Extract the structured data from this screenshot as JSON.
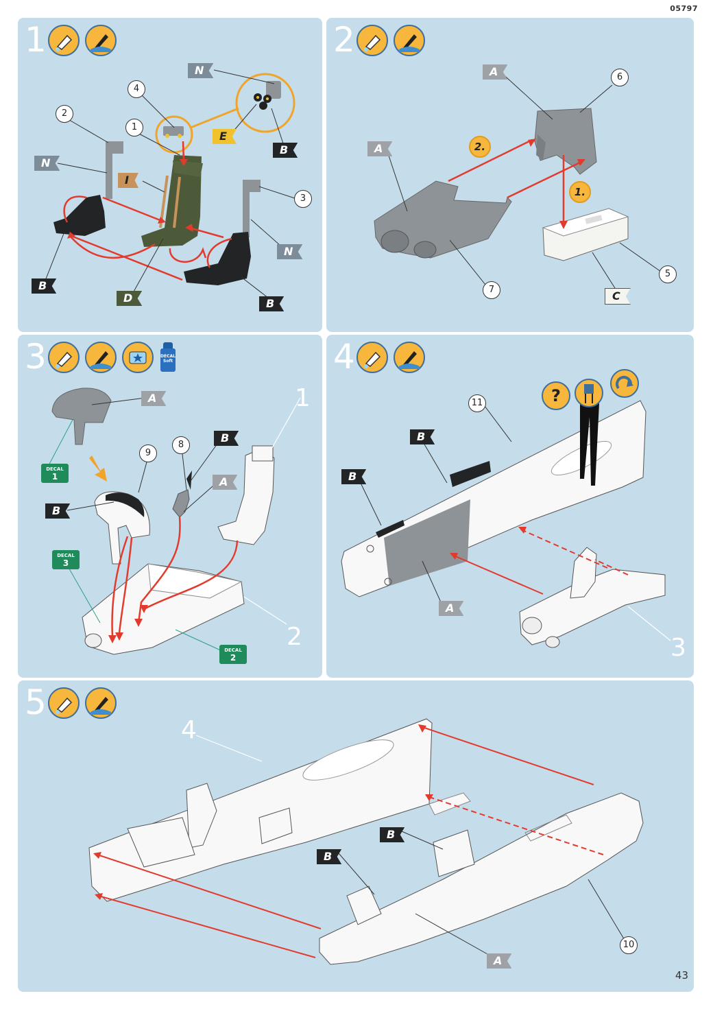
{
  "header": {
    "product_code": "05797"
  },
  "footer": {
    "page_number": "43"
  },
  "steps": [
    {
      "number": "1",
      "icons": [
        "glue-icon",
        "paint-icon"
      ],
      "callouts": [
        "1",
        "2",
        "3",
        "4"
      ],
      "flags": [
        "N",
        "N",
        "N",
        "E",
        "B",
        "B",
        "B",
        "I",
        "D"
      ]
    },
    {
      "number": "2",
      "icons": [
        "glue-icon",
        "paint-icon"
      ],
      "callouts": [
        "5",
        "6",
        "7"
      ],
      "flags": [
        "A",
        "A",
        "C"
      ],
      "order": [
        "1.",
        "2."
      ]
    },
    {
      "number": "3",
      "icons": [
        "glue-icon",
        "paint-icon",
        "decal-icon",
        "decal-soft-bottle-icon"
      ],
      "callouts": [
        "8",
        "9"
      ],
      "flags": [
        "A",
        "A",
        "B",
        "B"
      ],
      "decals": [
        {
          "label": "DECAL",
          "num": "1"
        },
        {
          "label": "DECAL",
          "num": "3"
        },
        {
          "label": "DECAL",
          "num": "2"
        }
      ],
      "bottle_label": "DECAL Soft",
      "refs": [
        "1",
        "2"
      ]
    },
    {
      "number": "4",
      "icons": [
        "glue-icon",
        "paint-icon"
      ],
      "callouts": [
        "11"
      ],
      "flags": [
        "B",
        "B",
        "A"
      ],
      "help": "?",
      "refs": [
        "3"
      ]
    },
    {
      "number": "5",
      "icons": [
        "glue-icon",
        "paint-icon"
      ],
      "callouts": [
        "10"
      ],
      "flags": [
        "B",
        "B",
        "A"
      ],
      "refs": [
        "4"
      ]
    }
  ],
  "colors": {
    "panel": "#c5dcea",
    "arrow": "#e23b2e",
    "orange": "#f6b73c",
    "black_part": "#222426",
    "grey_part": "#8e9398",
    "olive_part": "#4d5a3a"
  }
}
